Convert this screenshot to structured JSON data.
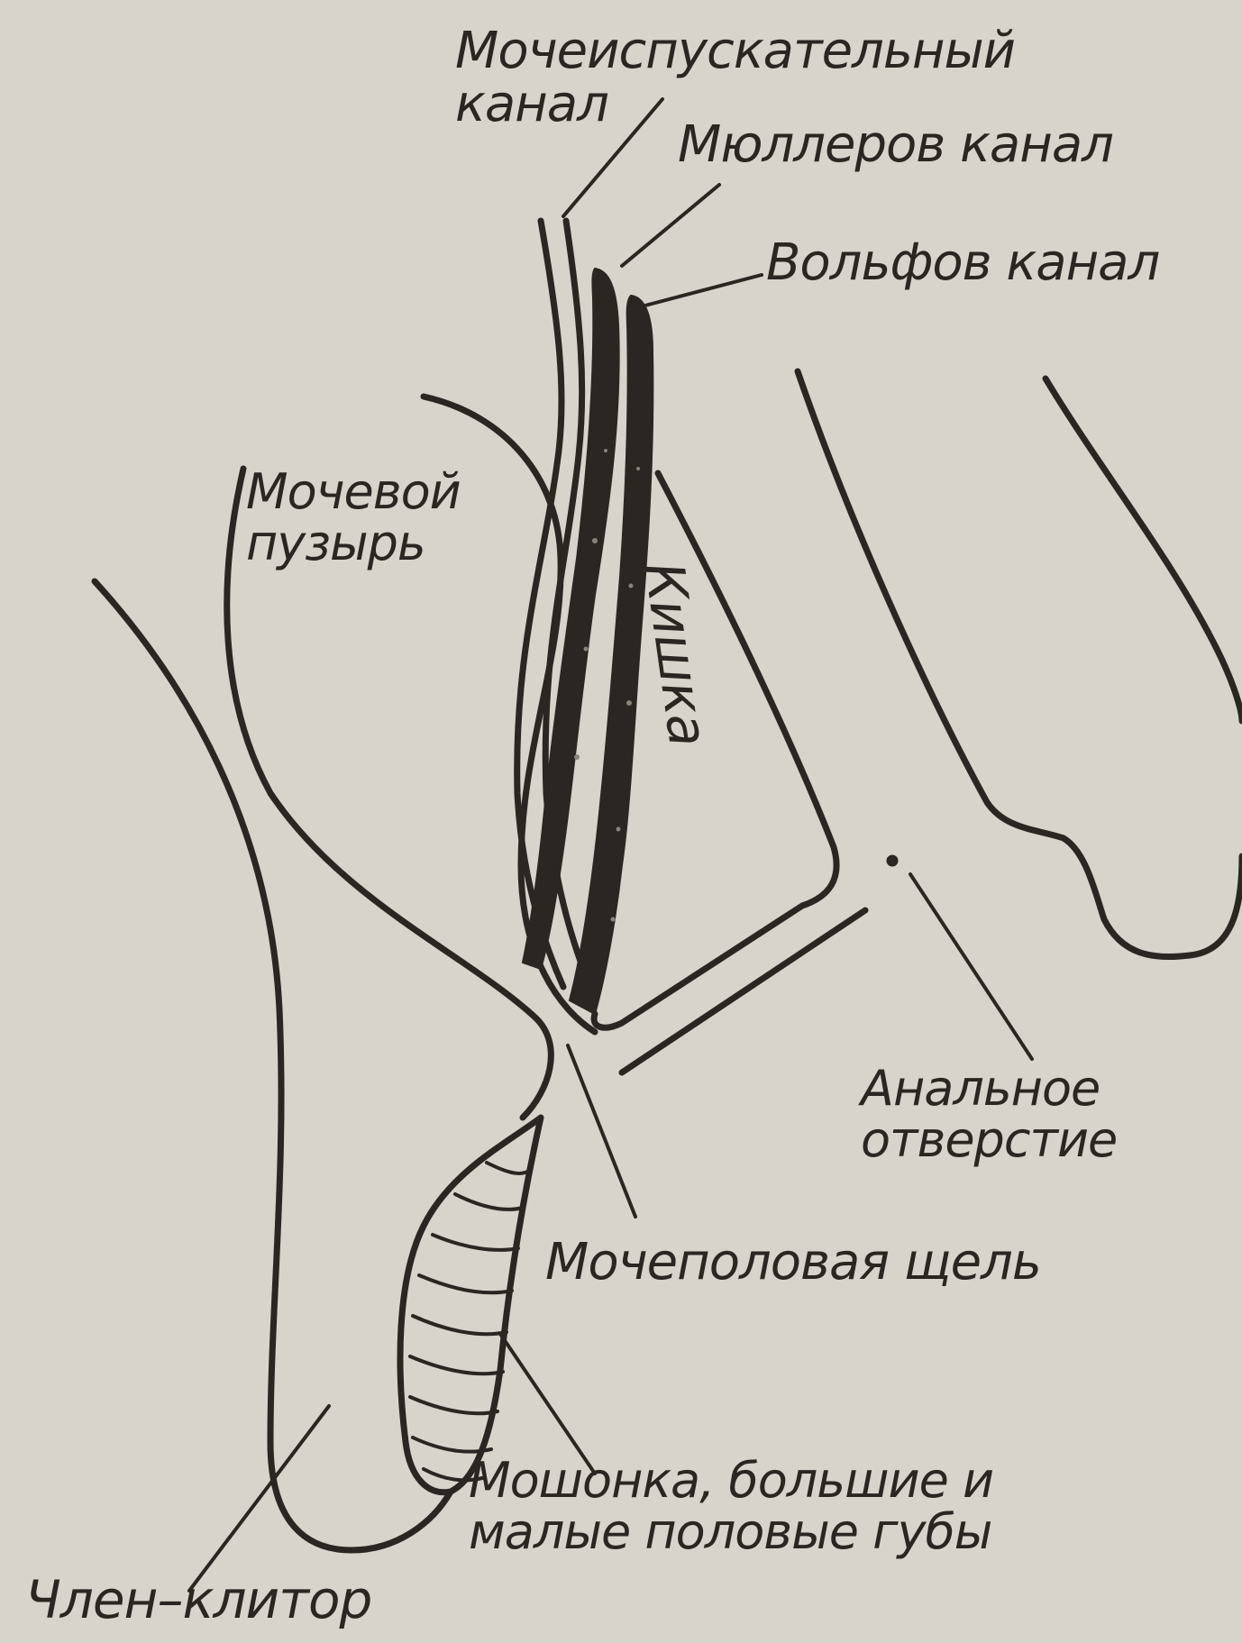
{
  "colors": {
    "paper": "#d8d4cb",
    "ink": "#2a2622"
  },
  "labels": {
    "urethra": [
      "Мочеиспускательный",
      "канал"
    ],
    "mullerian_duct": "Мюллеров канал",
    "wolffian_duct": "Вольфов канал",
    "bladder": [
      "Мочевой",
      "пузырь"
    ],
    "intestine": "Кишка",
    "anus": [
      "Анальное",
      "отверстие"
    ],
    "urogenital_slit": "Мочеполовая щель",
    "scrotum_labia": [
      "Мошонка, большие и",
      "малые половые губы"
    ],
    "penis_clitoris": "Член–клитор"
  }
}
